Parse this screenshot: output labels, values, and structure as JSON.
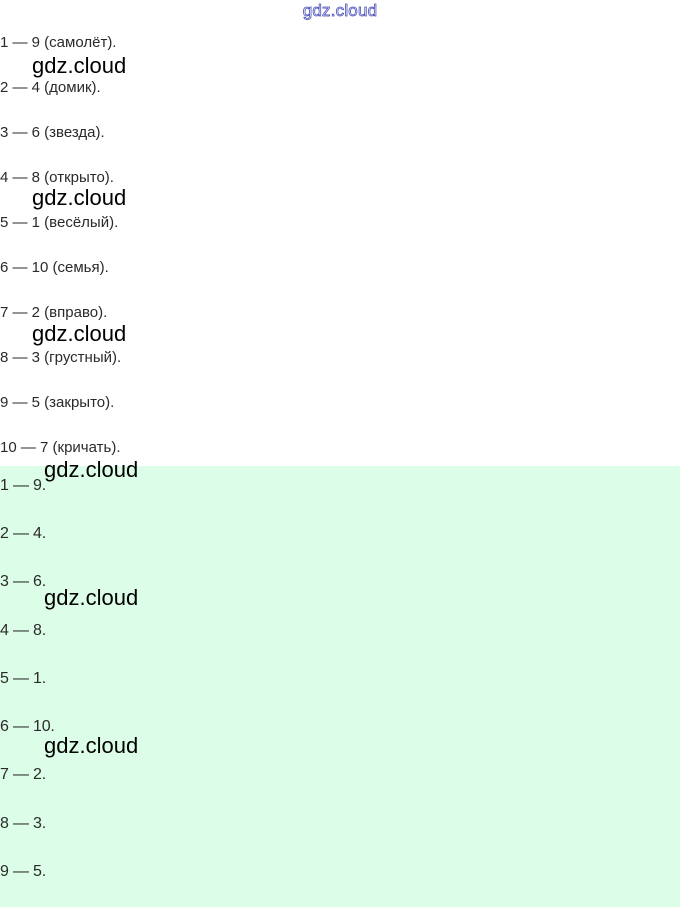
{
  "header": {
    "watermark": "gdz.cloud"
  },
  "answers_with_words": [
    "1 — 9 (самолёт).",
    "2 — 4 (домик).",
    "3 — 6 (звезда).",
    "4 — 8 (открыто).",
    "5 — 1 (весёлый).",
    "6 — 10 (семья).",
    "7 — 2 (вправо).",
    "8 — 3 (грустный).",
    "9 — 5 (закрыто).",
    "10 — 7 (кричать)."
  ],
  "answers_short": [
    "1 — 9.",
    "2 — 4.",
    "3 — 6.",
    "4 — 8.",
    "5 — 1.",
    "6 — 10.",
    "7 — 2.",
    "8 — 3.",
    "9 — 5."
  ],
  "watermarks": [
    "gdz.cloud",
    "gdz.cloud",
    "gdz.cloud",
    "gdz.cloud",
    "gdz.cloud",
    "gdz.cloud"
  ],
  "colors": {
    "answer_background": "#dcfde7",
    "header_watermark": "#4b4fb8"
  }
}
